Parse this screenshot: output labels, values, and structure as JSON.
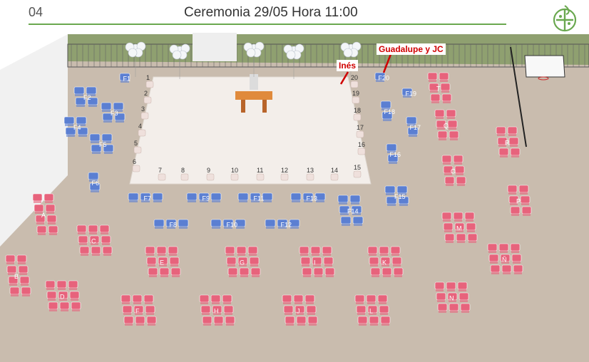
{
  "header": {
    "page_number": "04",
    "title": "Ceremonia 29/05 Hora 11:00"
  },
  "colors": {
    "guest_seat": "#e7637c",
    "family_seat": "#5b7fd2",
    "floor": "#cdbfb1",
    "stage": "#f3eeea",
    "grass": "#7a9a5a",
    "accent": "#6aa84f",
    "callout": "#d00000"
  },
  "icons": [
    "ceremony-logo-icon",
    "balloon-icon",
    "basketball-hoop-icon",
    "altar-table-icon"
  ],
  "callouts": {
    "ines": "Inés",
    "guadalupe": "Guadalupe y JC"
  },
  "numbered_seats": [
    "1",
    "2",
    "3",
    "4",
    "5",
    "6",
    "7",
    "8",
    "9",
    "10",
    "11",
    "12",
    "13",
    "14",
    "15",
    "16",
    "17",
    "18",
    "19",
    "20"
  ],
  "family_blocks": [
    "F1",
    "F2",
    "F3",
    "F4",
    "F5",
    "F6",
    "F7",
    "F8",
    "F9",
    "F10",
    "F11",
    "F12",
    "F13",
    "F14",
    "F15",
    "F16",
    "F17",
    "F18",
    "F19",
    "F20"
  ],
  "guest_blocks": [
    "A",
    "B",
    "C",
    "D",
    "E",
    "F",
    "G",
    "H",
    "I",
    "J",
    "K",
    "L",
    "M",
    "N",
    "Ñ",
    "O",
    "P",
    "Q",
    "R",
    "T"
  ]
}
